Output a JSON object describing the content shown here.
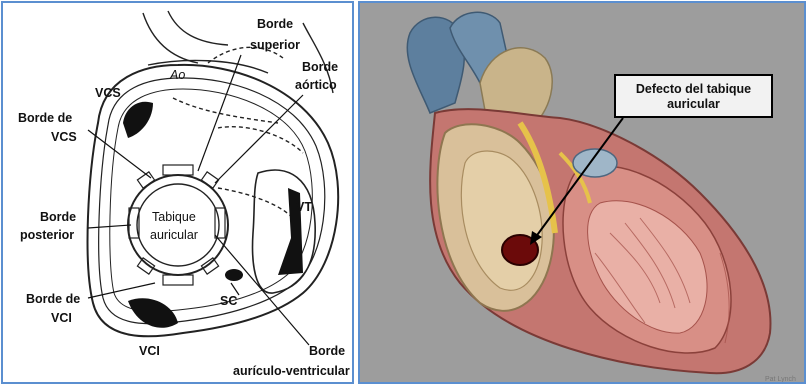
{
  "left": {
    "labels": {
      "ao": "Ao",
      "vcs": "VCS",
      "borde_superior_1": "Borde",
      "borde_superior_2": "superior",
      "borde_aortico_1": "Borde",
      "borde_aortico_2": "aórtico",
      "borde_vcs_1": "Borde de",
      "borde_vcs_2": "VCS",
      "borde_posterior_1": "Borde",
      "borde_posterior_2": "posterior",
      "tabique_1": "Tabique",
      "tabique_2": "auricular",
      "vt": "VT",
      "borde_vci_1": "Borde de",
      "borde_vci_2": "VCI",
      "sc": "SC",
      "vci": "VCI",
      "borde_av_1": "Borde",
      "borde_av_2": "aurículo-ventricular"
    }
  },
  "right": {
    "callout_line1": "Defecto del tabique",
    "callout_line2": "auricular",
    "signature": "Pat Lynch"
  },
  "colors": {
    "frame_border": "#5b8fd0",
    "background_gray": "#9d9d9d",
    "heart_red": "#c8736d",
    "defect": "#6b0a0a"
  }
}
